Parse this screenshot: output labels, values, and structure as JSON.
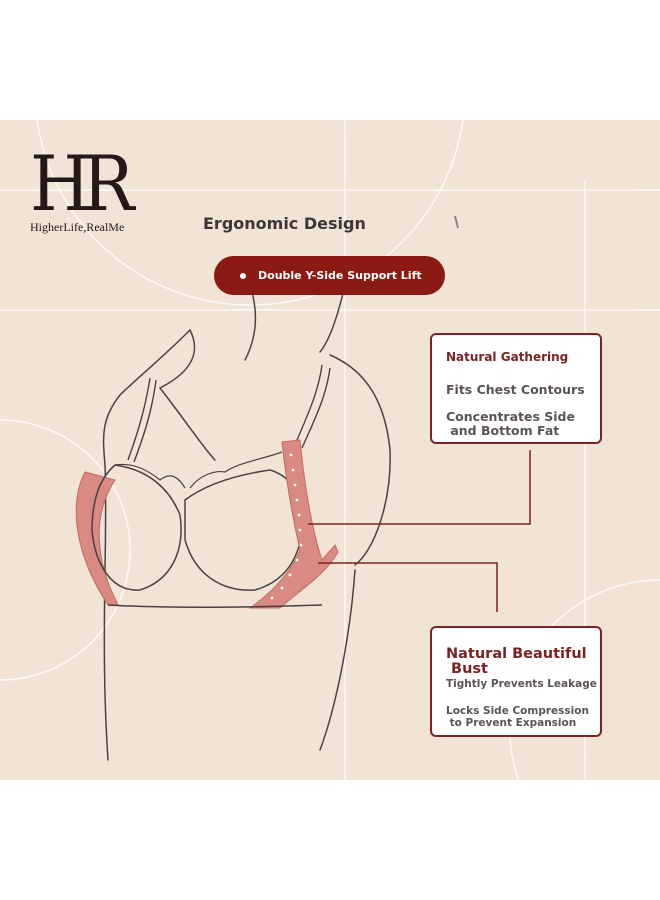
{
  "brand": {
    "logo_letters": "HR",
    "tagline": "HigherLife,RealMe"
  },
  "heading": "Ergonomic Design",
  "pill": {
    "label": "Double Y-Side Support Lift"
  },
  "callout_top": {
    "title": "Natural Gathering",
    "line1": "Fits Chest Contours",
    "line2a": "Concentrates Side",
    "line2b": " and Bottom Fat"
  },
  "callout_bottom": {
    "title_a": "Natural Beautiful",
    "title_b": " Bust",
    "line1": "Tightly Prevents Leakage",
    "line2a": "Locks Side Compression",
    "line2b": " to Prevent Expansion"
  },
  "colors": {
    "panel_bg": "#f1e4d6",
    "accent": "#8b1a12",
    "callout_border": "#7a2323",
    "support_band": "#d98a82",
    "line_art": "#4a4242"
  }
}
